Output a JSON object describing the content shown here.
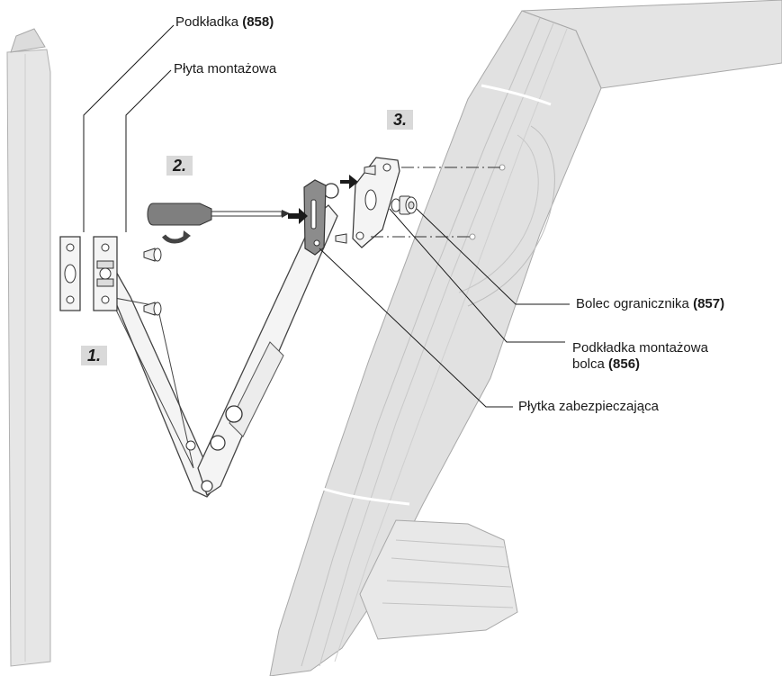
{
  "steps": {
    "step1": "1.",
    "step2": "2.",
    "step3": "3."
  },
  "labels": {
    "washer": {
      "text": "Podkładka ",
      "code": "(858)"
    },
    "mounting_plate": {
      "text": "Płyta montażowa"
    },
    "stop_pin": {
      "text": "Bolec ogranicznika ",
      "code": "(857)"
    },
    "pin_washer": {
      "line1": "Podkładka montażowa",
      "line2": "bolca ",
      "code": "(856)"
    },
    "safety_plate": {
      "text": "Płytka zabezpieczająca"
    }
  },
  "colors": {
    "frame_fill": "#e4e4e4",
    "frame_stroke": "#a8a8a8",
    "part_fill": "#f2f2f2",
    "dark_part": "#8c8c8c",
    "label_bg": "#d9d9d9"
  }
}
